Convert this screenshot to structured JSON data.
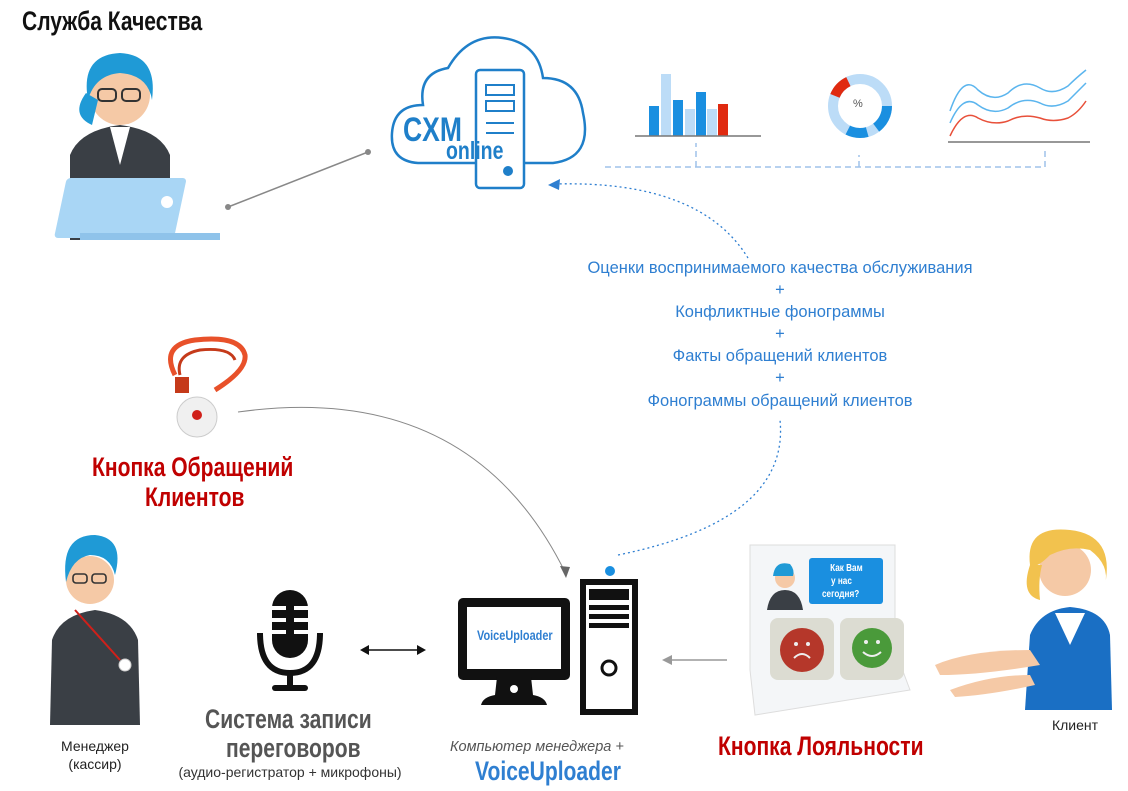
{
  "title": "Служба Качества",
  "cloud": {
    "brand": "CXM",
    "sub": "online"
  },
  "donut_label": "%",
  "flow_text": [
    "Оценки воспринимаемого качества  обслуживания",
    "+",
    "Конфликтные фонограммы",
    "+",
    "Факты обращений клиентов",
    "+",
    "Фонограммы обращений клиентов"
  ],
  "call_button": {
    "line1": "Кнопка Обращений",
    "line2": "Клиентов"
  },
  "manager": {
    "line1": "Менеджер",
    "line2": "(кассир)"
  },
  "recording": {
    "line1": "Система записи",
    "line2": "переговоров",
    "sub": "(аудио-регистратор + микрофоны)"
  },
  "computer": {
    "screen_label": "VoiceUploader",
    "caption": "Компьютер менеджера +",
    "product": "VoiceUploader"
  },
  "loyalty": {
    "label": "Кнопка Лояльности",
    "bubble": [
      "Как Вам",
      "у нас",
      "сегодня?"
    ]
  },
  "client": "Клиент",
  "colors": {
    "blue": "#1a8fe0",
    "light_blue": "#bcdcf7",
    "red": "#e02a10",
    "brand_red": "#c00000",
    "flow_blue": "#2f7fd1"
  }
}
